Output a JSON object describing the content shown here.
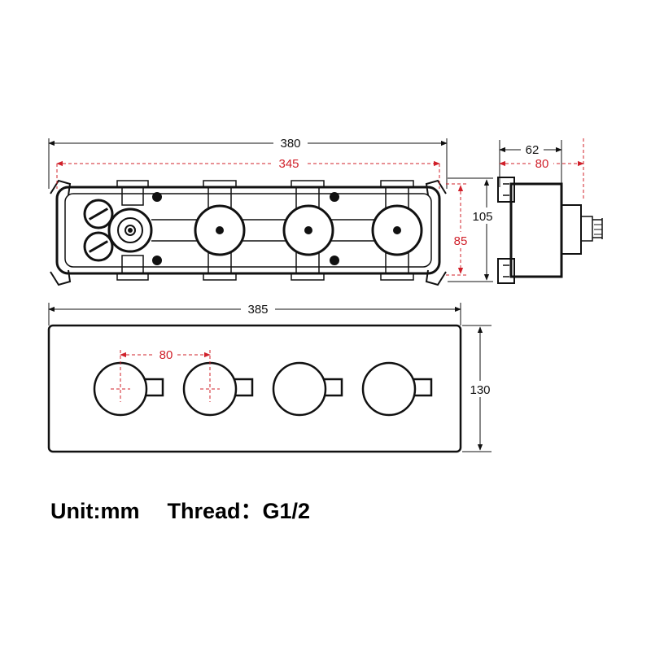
{
  "dimensions": {
    "body_total_width": "380",
    "body_mount_width": "345",
    "body_height": "105",
    "body_mount_height": "85",
    "side_depth": "62",
    "side_depth_max": "80",
    "plate_width": "385",
    "plate_height": "130",
    "knob_spacing": "80"
  },
  "footer": {
    "unit": "Unit:mm",
    "thread_label": "Thread",
    "thread_sep": "：",
    "thread_value": "G1/2"
  },
  "colors": {
    "line": "#111111",
    "accent": "#d0202a"
  }
}
